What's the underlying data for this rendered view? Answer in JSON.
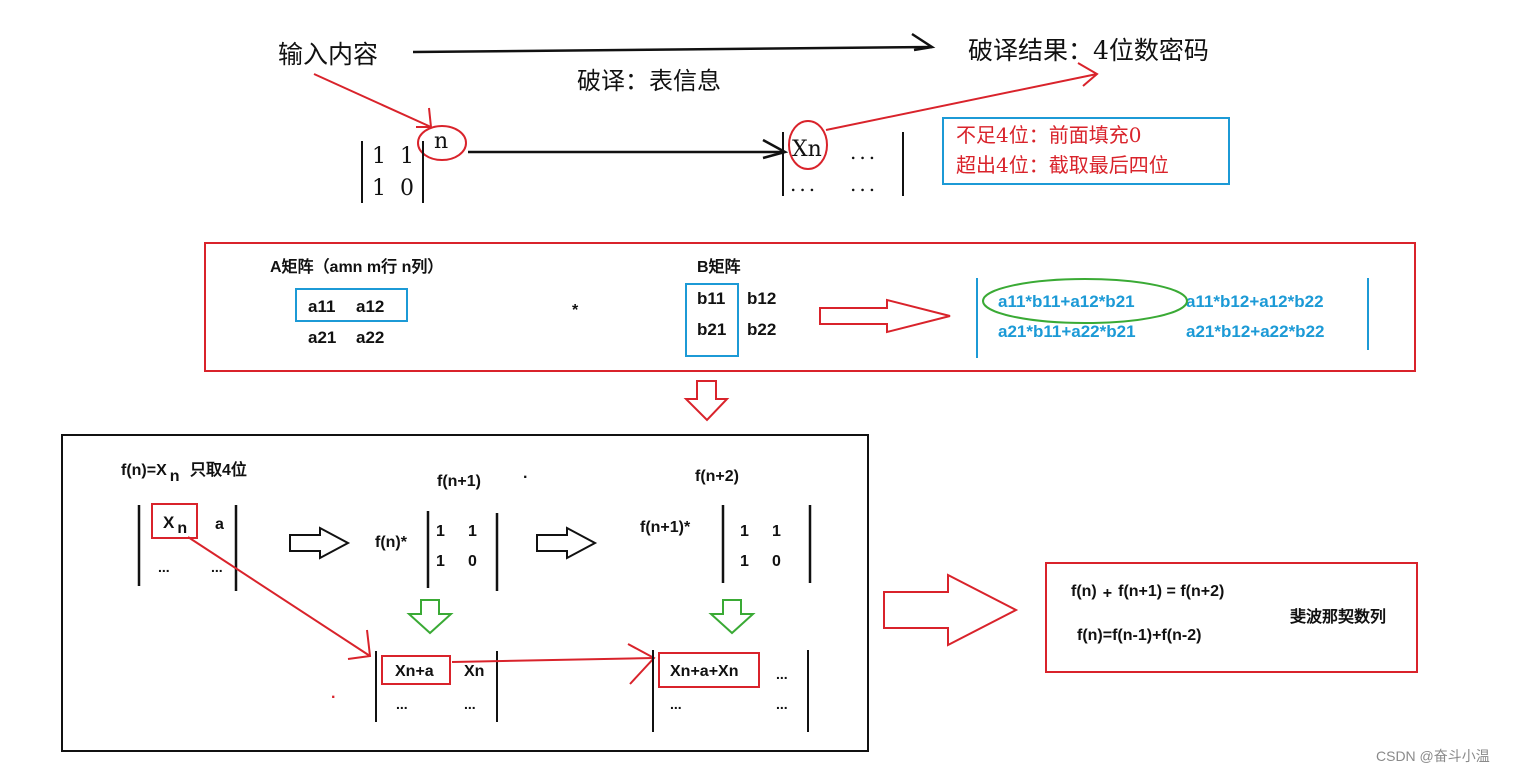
{
  "top": {
    "input_label": "输入内容",
    "decode_label": "破译：表信息",
    "result_label": "破译结果：4位数密码",
    "matrix_a": {
      "r1c1": "1",
      "r1c2": "1",
      "r2c1": "1",
      "r2c2": "0",
      "exponent": "n"
    },
    "matrix_b": {
      "r1c1": "Xn",
      "r1c2": "...",
      "r2c1": "...",
      "r2c2": "..."
    },
    "note_line1": "不足4位：前面填充0",
    "note_line2": "超出4位：截取最后四位"
  },
  "middle": {
    "a_matrix_title": "A矩阵（amn    m行    n列）",
    "a11": "a11",
    "a12": "a12",
    "a21": "a21",
    "a22": "a22",
    "times": "*",
    "b_matrix_title": "B矩阵",
    "b11": "b11",
    "b12": "b12",
    "b21": "b21",
    "b22": "b22",
    "r11": "a11*b11+a12*b21",
    "r12": "a11*b12+a12*b22",
    "r21": "a21*b11+a22*b21",
    "r22": "a21*b12+a22*b22"
  },
  "bottom": {
    "fn_title": "f(n)=X",
    "fn_title_sub": "n",
    "fn_title_suffix": "只取4位",
    "m1_xn": "X",
    "m1_xn_sub": "n",
    "m1_a": "a",
    "m1_dots1": "...",
    "m1_dots2": "...",
    "fn1_title": "f(n+1)",
    "fn1_dot": "·",
    "fn2_title": "f(n+2)",
    "fn_star": "f(n)*",
    "fn1_star": "f(n+1)*",
    "q_r1c1": "1",
    "q_r1c2": "1",
    "q_r2c1": "1",
    "q_r2c2": "0",
    "m2_r1c1": "Xn+a",
    "m2_r1c2": "Xn",
    "m2_r2c1": "...",
    "m2_r2c2": "...",
    "m3_r1c1": "Xn+a+Xn",
    "m3_r1c2": "...",
    "m3_r2c1": "...",
    "m3_r2c2": "...",
    "stray_dot": "·"
  },
  "right": {
    "eq1_a": "f(n)",
    "eq1_plus": "+",
    "eq1_b": "f(n+1) = f(n+2)",
    "eq2": "f(n)=f(n-1)+f(n-2)",
    "fib_label": "斐波那契数列"
  },
  "watermark": "CSDN @奋斗小温",
  "colors": {
    "red": "#d9232b",
    "blue": "#1c9ad6",
    "green": "#3aaa35",
    "black": "#111111"
  }
}
